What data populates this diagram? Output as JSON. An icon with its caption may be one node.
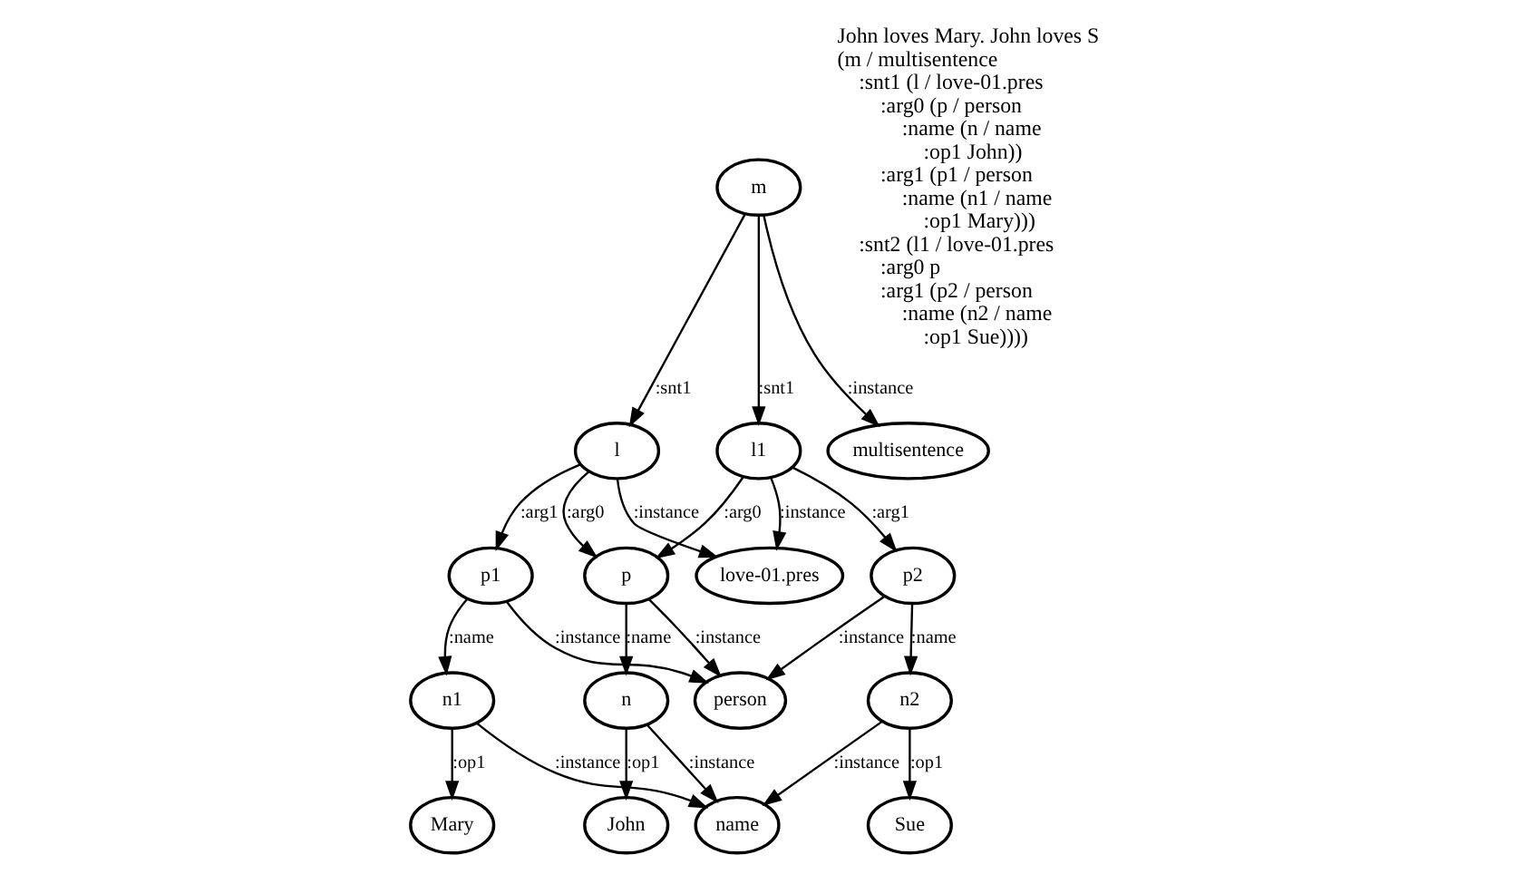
{
  "diagram": {
    "nodes": [
      {
        "text": [
          "m"
        ]
      },
      {
        "text": [
          "l"
        ]
      },
      {
        "text": [
          "l1"
        ]
      },
      {
        "text": [
          "multisentence"
        ]
      },
      {
        "text": [
          "p1"
        ]
      },
      {
        "text": [
          "p"
        ]
      },
      {
        "text": [
          "love-01.pres"
        ]
      },
      {
        "text": [
          "p2"
        ]
      },
      {
        "text": [
          "n1"
        ]
      },
      {
        "text": [
          "n"
        ]
      },
      {
        "text": [
          "person"
        ]
      },
      {
        "text": [
          "n2"
        ]
      },
      {
        "text": [
          "Mary"
        ]
      },
      {
        "text": [
          "John"
        ]
      },
      {
        "text": [
          "name"
        ]
      },
      {
        "text": [
          "Sue"
        ]
      }
    ],
    "edges": [
      {
        "from": 0,
        "to": 1,
        "arrow": "to",
        "label": ":snt1"
      },
      {
        "from": 0,
        "to": 2,
        "arrow": "to",
        "label": ":snt1"
      },
      {
        "from": 0,
        "to": 3,
        "arrow": "to",
        "label": ":instance"
      },
      {
        "from": 1,
        "to": 4,
        "arrow": "to",
        "label": ":arg1"
      },
      {
        "from": 1,
        "to": 5,
        "arrow": "to",
        "label": ":arg0"
      },
      {
        "from": 1,
        "to": 6,
        "arrow": "to",
        "label": ":instance"
      },
      {
        "from": 2,
        "to": 5,
        "arrow": "to",
        "label": ":arg0"
      },
      {
        "from": 2,
        "to": 6,
        "arrow": "to",
        "label": ":instance"
      },
      {
        "from": 2,
        "to": 7,
        "arrow": "to",
        "label": ":arg1"
      },
      {
        "from": 4,
        "to": 8,
        "arrow": "to",
        "label": ":name"
      },
      {
        "from": 4,
        "to": 10,
        "arrow": "to",
        "label": ":instance"
      },
      {
        "from": 5,
        "to": 9,
        "arrow": "to",
        "label": ":name"
      },
      {
        "from": 5,
        "to": 10,
        "arrow": "to",
        "label": ":instance"
      },
      {
        "from": 7,
        "to": 10,
        "arrow": "to",
        "label": ":instance"
      },
      {
        "from": 7,
        "to": 11,
        "arrow": "to",
        "label": ":name"
      },
      {
        "from": 8,
        "to": 12,
        "arrow": "to",
        "label": ":op1"
      },
      {
        "from": 8,
        "to": 14,
        "arrow": "to",
        "label": ":instance"
      },
      {
        "from": 9,
        "to": 13,
        "arrow": "to",
        "label": ":op1"
      },
      {
        "from": 9,
        "to": 14,
        "arrow": "to",
        "label": ":instance"
      },
      {
        "from": 11,
        "to": 14,
        "arrow": "to",
        "label": ":instance"
      },
      {
        "from": 11,
        "to": 15,
        "arrow": "to",
        "label": ":op1"
      }
    ],
    "labels": [
      "John loves Mary. John loves S",
      "(m / multisentence",
      ":snt1 (l / love-01.pres",
      ":arg0 (p / person",
      ":name (n / name",
      ":op1 John))",
      ":arg1 (p1 / person",
      ":name (n1 / name",
      ":op1 Mary)))",
      ":snt2 (l1 / love-01.pres",
      ":arg0 p",
      ":arg1 (p2 / person",
      ":name (n2 / name",
      ":op1 Sue))))"
    ]
  }
}
